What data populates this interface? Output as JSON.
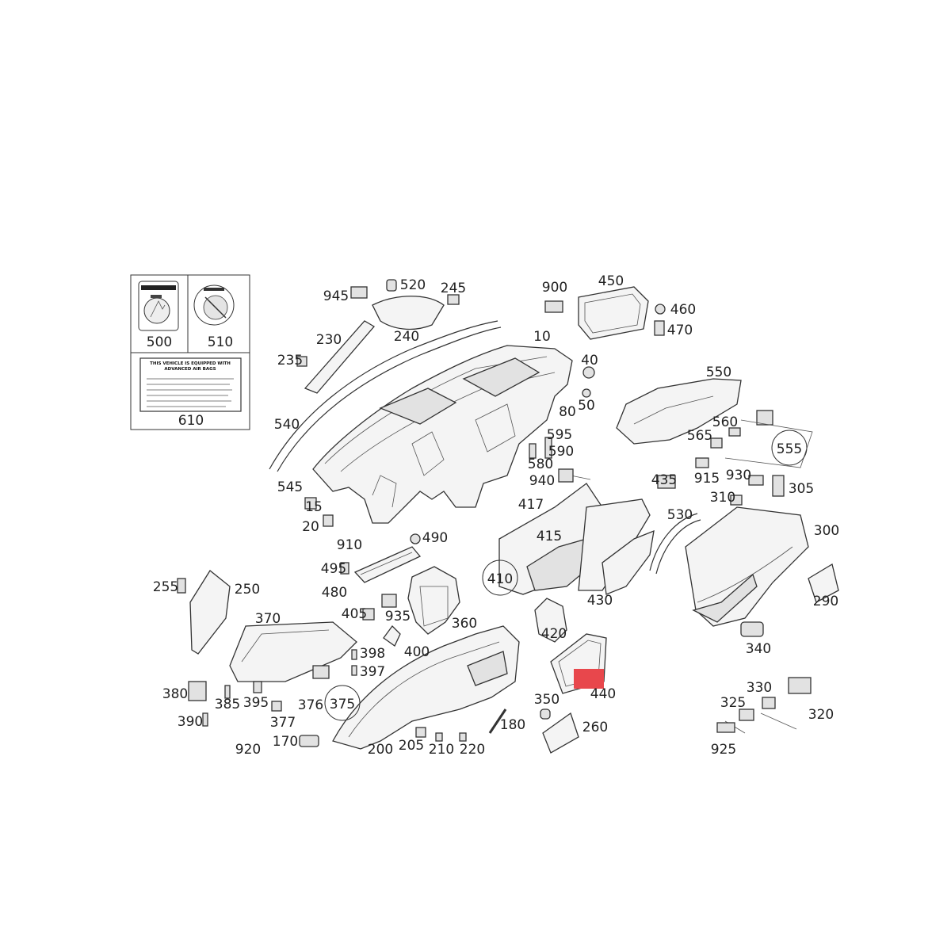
{
  "colors": {
    "highlight": "#e8474c",
    "line": "#333333"
  },
  "label_panel": {
    "boxes": [
      "500",
      "510",
      "610"
    ],
    "label_610_lines": [
      "THIS VEHICLE IS EQUIPPED WITH",
      "ADVANCED AIR BAGS"
    ]
  },
  "callouts": [
    "10",
    "15",
    "20",
    "40",
    "50",
    "80",
    "170",
    "180",
    "200",
    "205",
    "210",
    "220",
    "230",
    "235",
    "240",
    "245",
    "250",
    "255",
    "260",
    "290",
    "300",
    "305",
    "310",
    "320",
    "325",
    "330",
    "340",
    "350",
    "360",
    "370",
    "376",
    "377",
    "380",
    "385",
    "390",
    "395",
    "397",
    "398",
    "400",
    "405",
    "415",
    "417",
    "420",
    "430",
    "435",
    "440",
    "450",
    "460",
    "470",
    "480",
    "490",
    "495",
    "520",
    "530",
    "540",
    "545",
    "550",
    "560",
    "565",
    "580",
    "590",
    "595",
    "900",
    "910",
    "915",
    "920",
    "925",
    "930",
    "935",
    "940",
    "945"
  ],
  "circled_groups": [
    "375",
    "410",
    "555"
  ]
}
